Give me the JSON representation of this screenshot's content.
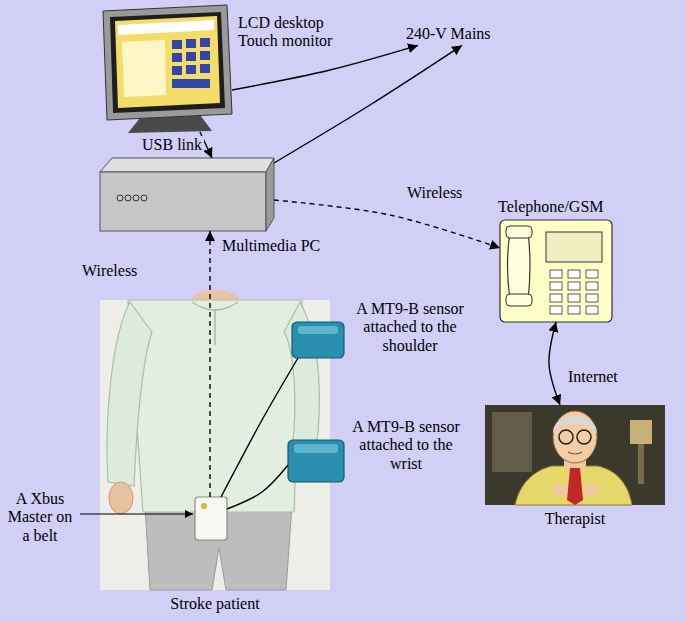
{
  "diagram": {
    "nodes": [
      {
        "text": [
          "LCD desktop Touch monitor"
        ]
      },
      {
        "text": [
          "240-V Mains"
        ]
      },
      {
        "text": [
          "Multimedia PC"
        ]
      },
      {
        "text": [
          "Telephone/GSM"
        ]
      },
      {
        "text": [
          "Stroke patient"
        ]
      },
      {
        "text": [
          "A MT9-B sensor attached to the shoulder"
        ],
        "in": 4
      },
      {
        "text": [
          "A MT9-B sensor attached to the wrist"
        ],
        "in": 4
      },
      {
        "text": [
          "A Xbus Master on a belt"
        ],
        "in": 4
      },
      {
        "text": [
          "Therapist"
        ]
      }
    ],
    "edges": [
      {
        "from": 0,
        "to": 1,
        "arrow": "to"
      },
      {
        "from": 0,
        "to": 2,
        "label": "USB link",
        "arrow": "to"
      },
      {
        "from": 2,
        "to": 1,
        "arrow": "to"
      },
      {
        "from": 2,
        "to": 3,
        "label": "Wireless",
        "arrow": "to"
      },
      {
        "from": 7,
        "to": 2,
        "label": "Wireless",
        "arrow": "to"
      },
      {
        "from": 3,
        "to": 8,
        "label": "Internet",
        "arrow": "both"
      },
      {
        "from": 7,
        "to": 5,
        "arrow": "none"
      },
      {
        "from": 7,
        "to": 6,
        "arrow": "none"
      }
    ]
  }
}
